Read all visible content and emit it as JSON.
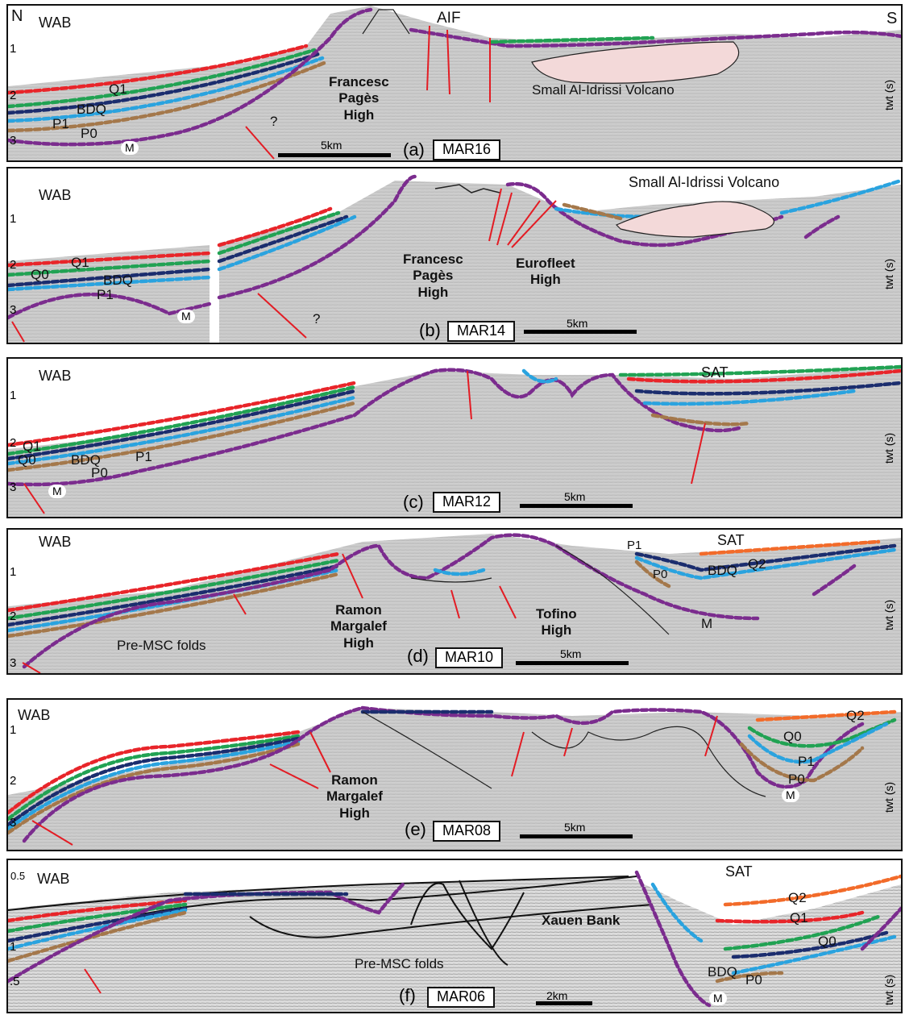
{
  "figure": {
    "corner_n": "N",
    "corner_s": "S",
    "axis_label": "twt (s)",
    "colors": {
      "Q2": "#f26b2a",
      "Q1": "#e8252a",
      "Q0": "#21a253",
      "BDQ": "#1b2d6e",
      "P1": "#2aa3df",
      "P0": "#a4784b",
      "M": "#7b2c8e",
      "fault": "#e31c24",
      "volcano": "#f3d9d9"
    }
  },
  "panels": [
    {
      "letter": "(a)",
      "line": "MAR16",
      "scale": "5km",
      "region_left": "WAB",
      "region_right": "AIF",
      "ticks": [
        "1",
        "2",
        "3"
      ],
      "labels": {
        "q1": "Q1",
        "bdq": "BDQ",
        "p1": "P1",
        "p0": "P0",
        "m": "M",
        "q": "?",
        "high": "Francesc\nPagès\nHigh",
        "volcano": "Small Al-Idrissi Volcano"
      }
    },
    {
      "letter": "(b)",
      "line": "MAR14",
      "scale": "5km",
      "region_left": "WAB",
      "region_right": "Small Al-Idrissi Volcano",
      "ticks": [
        "1",
        "2",
        "3"
      ],
      "labels": {
        "q1": "Q1",
        "q0": "Q0",
        "bdq": "BDQ",
        "p1": "P1",
        "m": "M",
        "q": "?",
        "high1": "Francesc\nPagès\nHigh",
        "high2": "Eurofleet\nHigh"
      }
    },
    {
      "letter": "(c)",
      "line": "MAR12",
      "scale": "5km",
      "region_left": "WAB",
      "region_right": "SAT",
      "ticks": [
        "1",
        "2",
        "3"
      ],
      "labels": {
        "q1": "Q1",
        "q0": "Q0",
        "bdq": "BDQ",
        "p1": "P1",
        "p0": "P0",
        "m": "M"
      }
    },
    {
      "letter": "(d)",
      "line": "MAR10",
      "scale": "5km",
      "region_left": "WAB",
      "region_right": "SAT",
      "ticks": [
        "1",
        "2",
        "3"
      ],
      "labels": {
        "p1": "P1",
        "p0": "P0",
        "bdq": "BDQ",
        "q2": "Q2",
        "m": "M",
        "folds": "Pre-MSC folds",
        "high1": "Ramon\nMargalef\nHigh",
        "high2": "Tofino\nHigh"
      }
    },
    {
      "letter": "(e)",
      "line": "MAR08",
      "scale": "5km",
      "region_left": "WAB",
      "ticks": [
        "1",
        "2",
        "3"
      ],
      "labels": {
        "q2": "Q2",
        "q0": "Q0",
        "p1": "P1",
        "p0": "P0",
        "m": "M",
        "high": "Ramon\nMargalef\nHigh"
      }
    },
    {
      "letter": "(f)",
      "line": "MAR06",
      "scale": "2km",
      "region_left": "WAB",
      "region_right": "SAT",
      "ticks": [
        "0.5",
        "1",
        ".5"
      ],
      "labels": {
        "q2": "Q2",
        "q1": "Q1",
        "q0": "Q0",
        "bdq": "BDQ",
        "p0": "P0",
        "m": "M",
        "folds": "Pre-MSC folds",
        "bank": "Xauen Bank"
      }
    }
  ]
}
